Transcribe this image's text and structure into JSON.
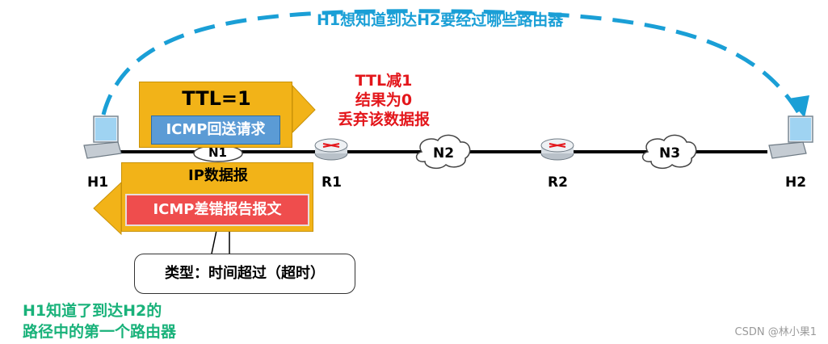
{
  "title": "H1想知道到达H2要经过哪些路由器",
  "ttl_packet": {
    "ttl_label": "TTL=1",
    "icmp_request_label": "ICMP回送请求"
  },
  "r1_action": {
    "line1": "TTL减1",
    "line2": "结果为0",
    "line3": "丢弃该数据报"
  },
  "error_packet": {
    "ip_label": "IP数据报",
    "icmp_error_label": "ICMP差错报告报文"
  },
  "callout": {
    "type_label": "类型：时间超过（超时）"
  },
  "networks": [
    "N1",
    "N2",
    "N3"
  ],
  "hosts": [
    "H1",
    "H2"
  ],
  "routers": [
    "R1",
    "R2"
  ],
  "conclusion": {
    "line1": "H1知道了到达H2的",
    "line2": "路径中的第一个路由器"
  },
  "watermark": "CSDN @林小果1",
  "colors": {
    "title_blue": "#1a9fd6",
    "packet_orange": "#f2b318",
    "icmp_blue": "#5b9bd5",
    "icmp_red": "#ef4d4d",
    "alert_red": "#e3161b",
    "conclusion_green": "#19b27a"
  }
}
